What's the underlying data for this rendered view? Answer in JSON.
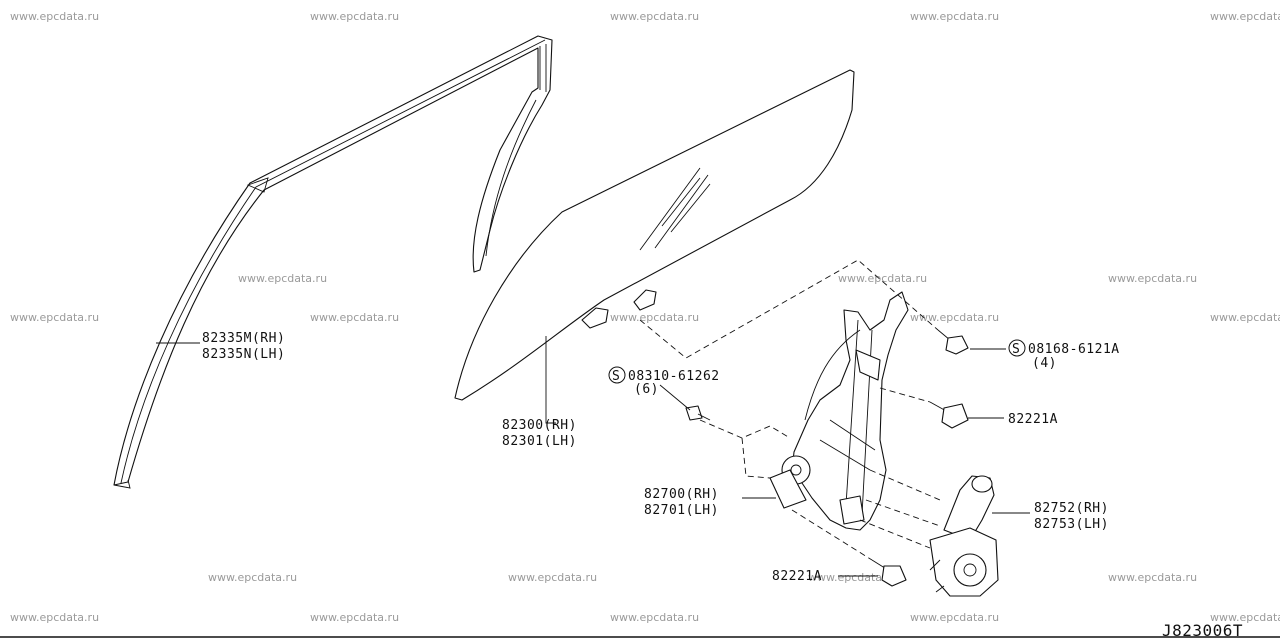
{
  "watermark": "www.epcdata.ru",
  "figure_code": "J823006T",
  "callouts": {
    "weatherstrip": {
      "line1": "82335M(RH)",
      "line2": "82335N(LH)"
    },
    "glass": {
      "line1": "82300(RH)",
      "line2": "82301(LH)"
    },
    "screw_upper": {
      "symbol": "S",
      "line1": "08310-61262",
      "line2": "(6)"
    },
    "screw_right": {
      "symbol": "S",
      "line1": "08168-6121A",
      "line2": "(4)"
    },
    "bolt_upper": {
      "line1": "82221A"
    },
    "regulator": {
      "line1": "82700(RH)",
      "line2": "82701(LH)"
    },
    "motor": {
      "line1": "82752(RH)",
      "line2": "82753(LH)"
    },
    "bolt_lower": {
      "line1": "82221A"
    }
  }
}
